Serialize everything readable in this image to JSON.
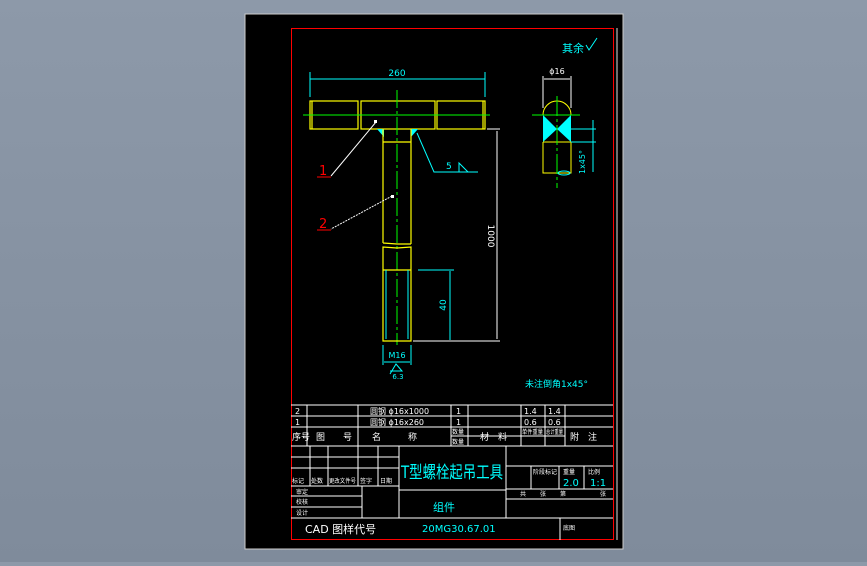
{
  "colors": {
    "background": "#8a96a6",
    "sheet": "#000000",
    "frame": "#ff0000",
    "geometry": "#ffff00",
    "dimension": "#00ffff",
    "centerline": "#00ff00",
    "table": "#ffffff",
    "balloon": "#ff0000"
  },
  "drawing": {
    "roughness_note": "其余",
    "dim_length": "260",
    "dim_total": "1000",
    "dim_thread_length": "40",
    "dim_thread": "M16",
    "roughness_value": "6.3",
    "weld_size": "5",
    "dim_diameter": "ϕ16",
    "dim_chamfer": "1x45°",
    "chamfer_note": "未注倒角1x45°",
    "balloons": [
      "1",
      "2"
    ]
  },
  "parts_list": {
    "rows": [
      {
        "seq": "2",
        "drawing_no": "",
        "name": "圆钢 ϕ16x1000",
        "qty": "1",
        "material": "",
        "unit_weight": "1.4",
        "total_weight": "1.4",
        "note": ""
      },
      {
        "seq": "1",
        "drawing_no": "",
        "name": "圆钢 ϕ16x260",
        "qty": "1",
        "material": "",
        "unit_weight": "0.6",
        "total_weight": "0.6",
        "note": ""
      }
    ],
    "headers": {
      "seq": "序号",
      "drawing_no": "图　　号",
      "name": "名　　　称",
      "qty_top": "数量",
      "qty_bottom": "数量",
      "material": "材　料",
      "unit_weight": "单件重量",
      "total_weight": "总计重量",
      "note": "附　注"
    }
  },
  "title_block": {
    "title": "T型螺栓起吊工具",
    "subtitle": "组件",
    "left_labels": [
      "标记",
      "处数",
      "更改文件号",
      "签字",
      "日期"
    ],
    "sign_labels": [
      "审定",
      "校核",
      "设计"
    ],
    "stage_label": "阶段标记",
    "weight_label": "重量",
    "scale_label": "比例",
    "weight": "2.0",
    "scale": "1:1",
    "sheet_labels": [
      "共",
      "张",
      "第",
      "张"
    ],
    "cad_label": "CAD 图样代号",
    "drawing_code": "20MG30.67.01",
    "corner_label": "底图"
  }
}
